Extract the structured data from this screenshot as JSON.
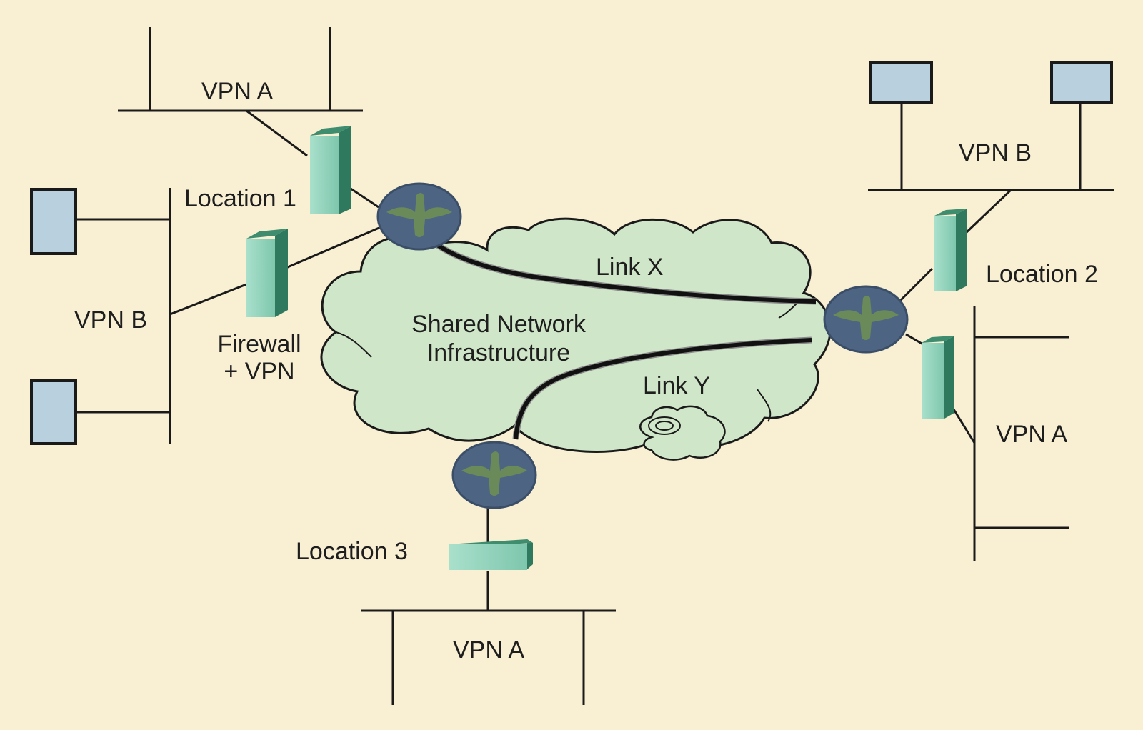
{
  "colors": {
    "background": "#f9f0d4",
    "cloud_fill": "#cfe6c8",
    "router_fill": "#4d6483",
    "router_glyph": "#6a8a5a",
    "firewall_face": "#8fd3bd",
    "firewall_side": "#2f7a5e",
    "host_fill": "#b9d0de",
    "line": "#1a1a1a"
  },
  "labels": {
    "vpn_a_top": "VPN A",
    "vpn_b_left": "VPN B",
    "vpn_b_right": "VPN B",
    "vpn_a_right": "VPN A",
    "vpn_a_bottom": "VPN A",
    "location_1": "Location 1",
    "location_2": "Location 2",
    "location_3": "Location 3",
    "firewall_line1": "Firewall",
    "firewall_line2": "+ VPN",
    "cloud_line1": "Shared  Network",
    "cloud_line2": "Infrastructure",
    "link_x": "Link X",
    "link_y": "Link Y"
  },
  "icons": {
    "router": "router-icon",
    "firewall": "firewall-icon",
    "host": "host-computer-icon",
    "cloud": "cloud-icon"
  }
}
